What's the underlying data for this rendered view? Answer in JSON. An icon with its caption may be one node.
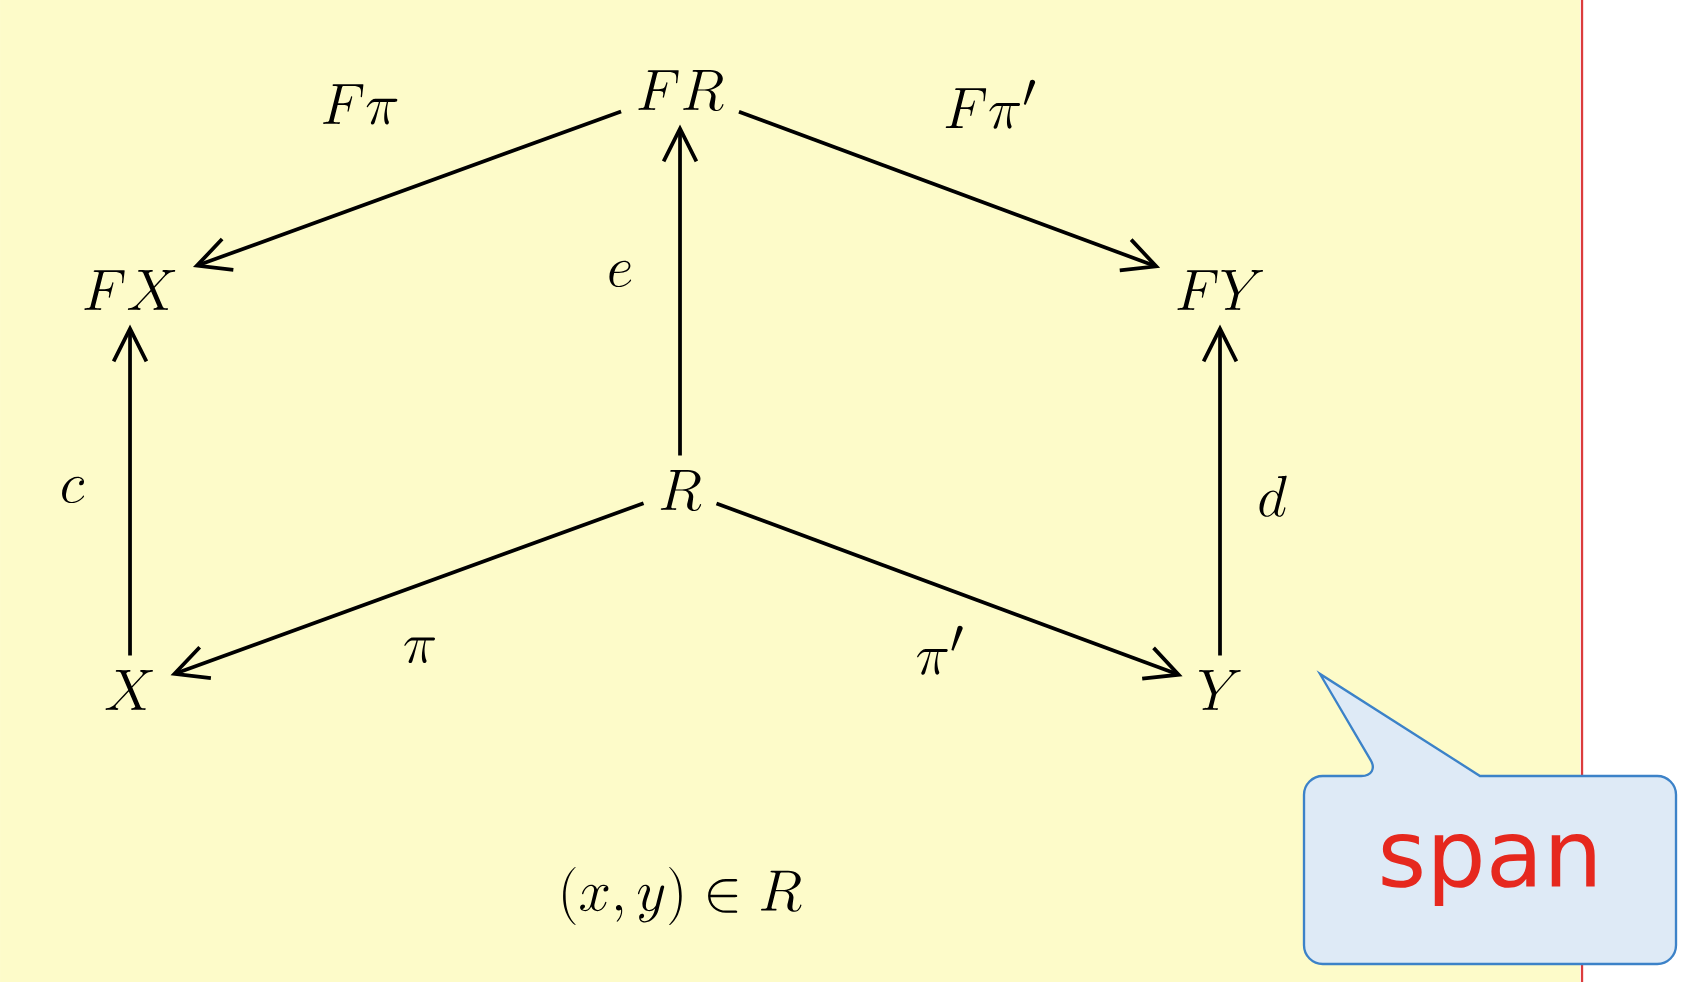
{
  "diagram": {
    "nodes": [
      {
        "text": [
          "FR"
        ]
      },
      {
        "text": [
          "FX"
        ]
      },
      {
        "text": [
          "FY"
        ]
      },
      {
        "text": [
          "R"
        ]
      },
      {
        "text": [
          "X"
        ]
      },
      {
        "text": [
          "Y"
        ]
      },
      {
        "text": [
          "span"
        ]
      }
    ],
    "edges": [
      {
        "from": 0,
        "to": 1,
        "arrow": "to",
        "label": "F\\pi"
      },
      {
        "from": 0,
        "to": 2,
        "arrow": "to",
        "label": "F\\pi'"
      },
      {
        "from": 3,
        "to": 0,
        "arrow": "to",
        "label": "e"
      },
      {
        "from": 4,
        "to": 1,
        "arrow": "to",
        "label": "c"
      },
      {
        "from": 5,
        "to": 2,
        "arrow": "to",
        "label": "d"
      },
      {
        "from": 3,
        "to": 4,
        "arrow": "to",
        "label": "\\pi"
      },
      {
        "from": 3,
        "to": 5,
        "arrow": "to",
        "label": "\\pi'"
      }
    ],
    "labels": [
      "(x, y) \\in R"
    ]
  }
}
